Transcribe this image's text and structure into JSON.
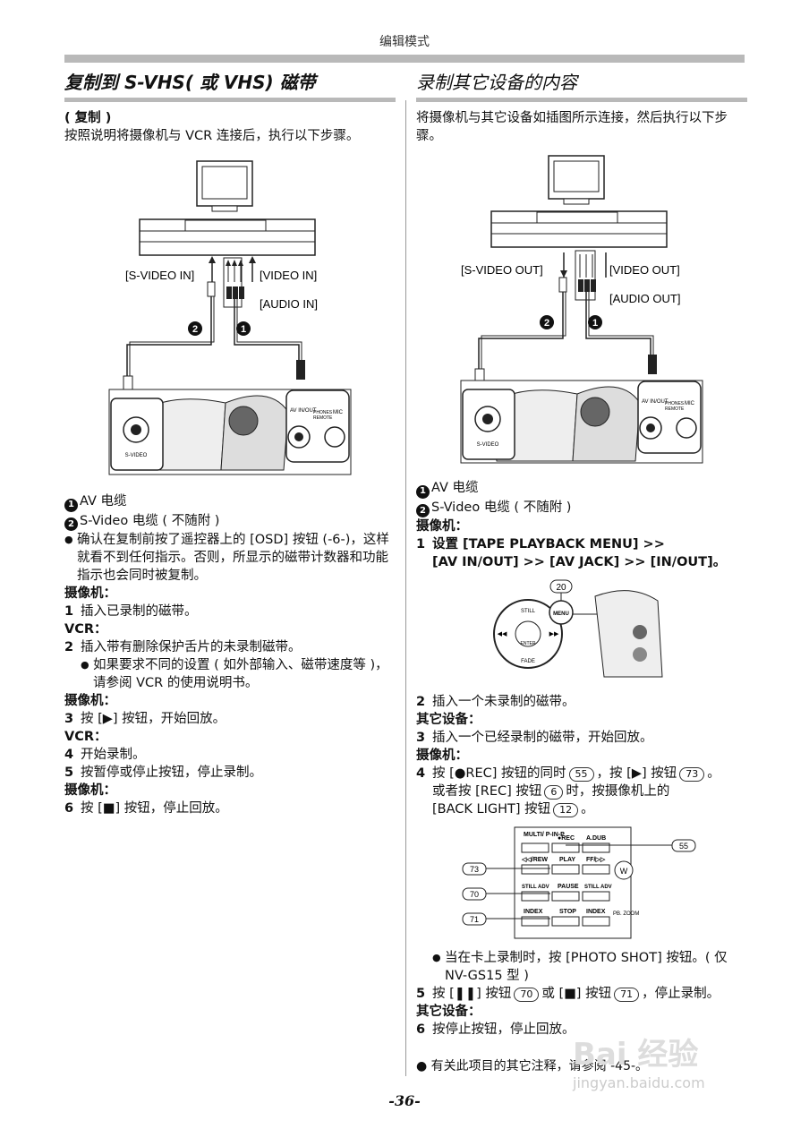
{
  "header": {
    "title": "编辑模式"
  },
  "left": {
    "title": "复制到 S-VHS( 或 VHS) 磁带",
    "subtitle": "( 复制 )",
    "intro": "按照说明将摄像机与 VCR 连接后，执行以下步骤。",
    "diagram_labels": {
      "svideo_in": "[S-VIDEO IN]",
      "video_in": "[VIDEO IN]",
      "audio_in": "[AUDIO IN]",
      "num1": "1",
      "num2": "2",
      "avinout": "AV IN/OUT",
      "phones": "PHONES",
      "remote": "REMOTE",
      "mic": "MIC",
      "svideo": "S-VIDEO"
    },
    "legend1": "AV 电缆",
    "legend2": "S-Video 电缆 ( 不随附 )",
    "bullet1": "确认在复制前按了遥控器上的 [OSD] 按钮 (-6-)，这样就看不到任何指示。否则，所显示的磁带计数器和功能指示也会同时被复制。",
    "camera1": "摄像机：",
    "step1": "插入已录制的磁带。",
    "vcr1": "VCR：",
    "step2": "插入带有删除保护舌片的未录制磁带。",
    "step2_note": "如果要求不同的设置 ( 如外部输入、磁带速度等 )，请参阅 VCR 的使用说明书。",
    "camera2": "摄像机：",
    "step3": "按 [▶] 按钮，开始回放。",
    "vcr2": "VCR：",
    "step4": "开始录制。",
    "step5": "按暂停或停止按钮，停止录制。",
    "camera3": "摄像机：",
    "step6": "按 [■] 按钮，停止回放。"
  },
  "right": {
    "title": "录制其它设备的内容",
    "intro": "将摄像机与其它设备如插图所示连接，然后执行以下步骤。",
    "diagram_labels": {
      "svideo_out": "[S-VIDEO OUT]",
      "video_out": "[VIDEO OUT]",
      "audio_out": "[AUDIO OUT]",
      "num1": "1",
      "num2": "2"
    },
    "legend1": "AV 电缆",
    "legend2": "S-Video 电缆 ( 不随附 )",
    "camera1": "摄像机：",
    "step1_a": "设置 [TAPE PLAYBACK MENU] >>",
    "step1_b": "[AV IN/OUT] >> [AV JACK] >> [IN/OUT]。",
    "menu_fig": {
      "badge": "20",
      "menu": "MENU",
      "still": "STILL",
      "enter": "ENTER",
      "fade": "FADE",
      "rew": "◀◀",
      "ff": "▶▶"
    },
    "step2": "插入一个未录制的磁带。",
    "other1": "其它设备：",
    "step3": "插入一个已经录制的磁带，开始回放。",
    "camera2": "摄像机：",
    "step4_a": "按 [●REC] 按钮的同时",
    "step4_b": "，按 [▶] 按钮",
    "step4_c": "或者按 [REC] 按钮",
    "step4_d": "时，按摄像机上的",
    "step4_e": "[BACK LIGHT] 按钮",
    "pill55": "55",
    "pill73": "73",
    "pill6": "6",
    "pill12": "12",
    "pill70": "70",
    "pill71": "71",
    "remote_fig": {
      "multi": "MULTI/ P-IN-P",
      "rec": "●REC",
      "adub": "A.DUB",
      "rew": "◁◁/REW",
      "play": "PLAY",
      "ff": "FF/▷▷",
      "stilladv1": "STILL ADV",
      "pause": "PAUSE",
      "stilladv2": "STILL ADV",
      "index1": "INDEX",
      "stop": "STOP",
      "index2": "INDEX",
      "pbzoom": "PB. ZOOM",
      "w": "W",
      "c73": "73",
      "c70": "70",
      "c71": "71",
      "c55": "55"
    },
    "note": "当在卡上录制时，按 [PHOTO SHOT] 按钮。( 仅 NV-GS15 型 )",
    "step5_a": "按 [❚❚] 按钮",
    "step5_b": "或 [■] 按钮",
    "step5_c": "，停止录制。",
    "other2": "其它设备：",
    "step6": "按停止按钮，停止回放。"
  },
  "footnote": "有关此项目的其它注释，请参阅 -45-。",
  "page_number": "-36-",
  "watermark": {
    "logo": "Bai 经验",
    "url": "jingyan.baidu.com"
  }
}
